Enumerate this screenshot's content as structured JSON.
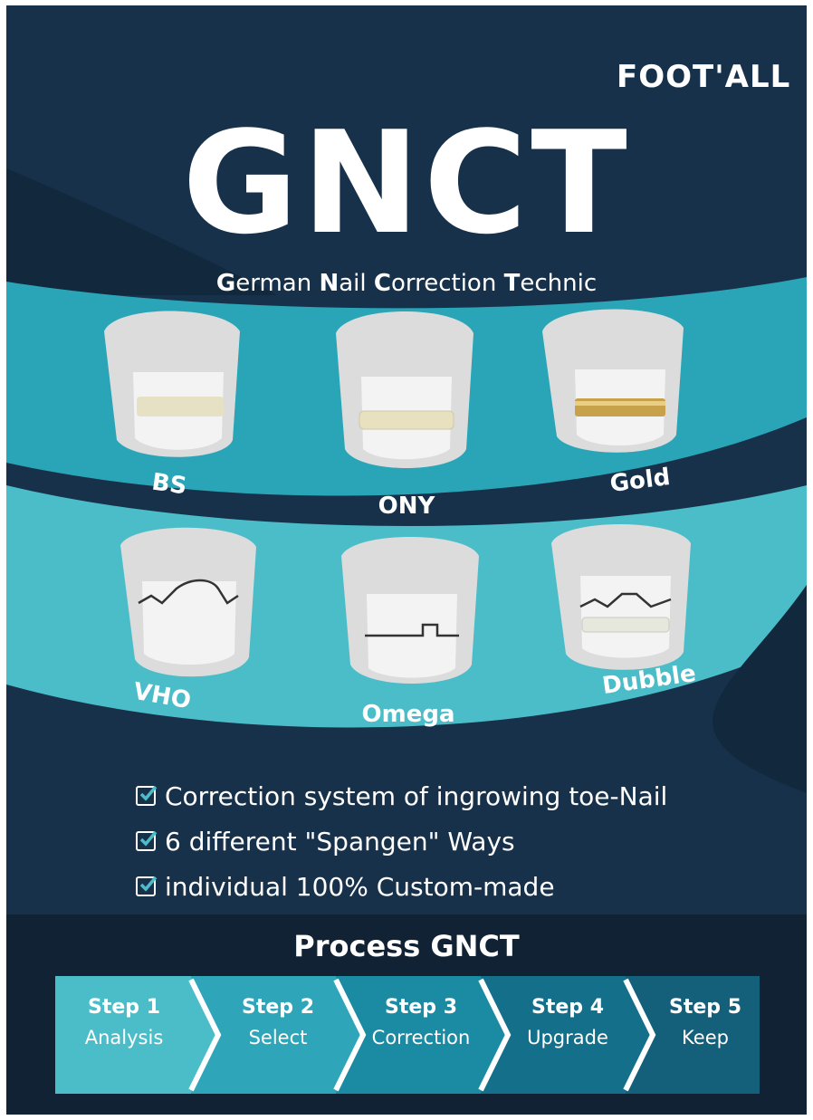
{
  "brand": {
    "logo_text": "FOOT'ALL"
  },
  "header": {
    "title": "GNCT",
    "subtitle_parts": [
      {
        "b": "G",
        "t": "erman "
      },
      {
        "b": "N",
        "t": "ail "
      },
      {
        "b": "C",
        "t": "orrection "
      },
      {
        "b": "T",
        "t": "echnic"
      }
    ]
  },
  "band_top": {
    "items": [
      "BS",
      "ONY",
      "Gold"
    ]
  },
  "band_bottom": {
    "items": [
      "VHO",
      "Omega",
      "Dubble"
    ]
  },
  "features": [
    "Correction system of ingrowing toe-Nail",
    "6 different \"Spangen\" Ways",
    "individual 100% Custom-made"
  ],
  "process": {
    "title": "Process GNCT",
    "steps": [
      {
        "num": "Step 1",
        "name": "Analysis",
        "color": "#4bbdc9"
      },
      {
        "num": "Step 2",
        "name": "Select",
        "color": "#2ea5b8"
      },
      {
        "num": "Step 3",
        "name": "Correction",
        "color": "#1a8ba3"
      },
      {
        "num": "Step 4",
        "name": "Upgrade",
        "color": "#146f8a"
      },
      {
        "num": "Step 5",
        "name": "Keep",
        "color": "#145f79"
      }
    ]
  },
  "colors": {
    "navy": "#17314a",
    "teal_dark": "#2aa5b8",
    "teal_light": "#4bbdc9",
    "gold": "#c8a24a"
  }
}
